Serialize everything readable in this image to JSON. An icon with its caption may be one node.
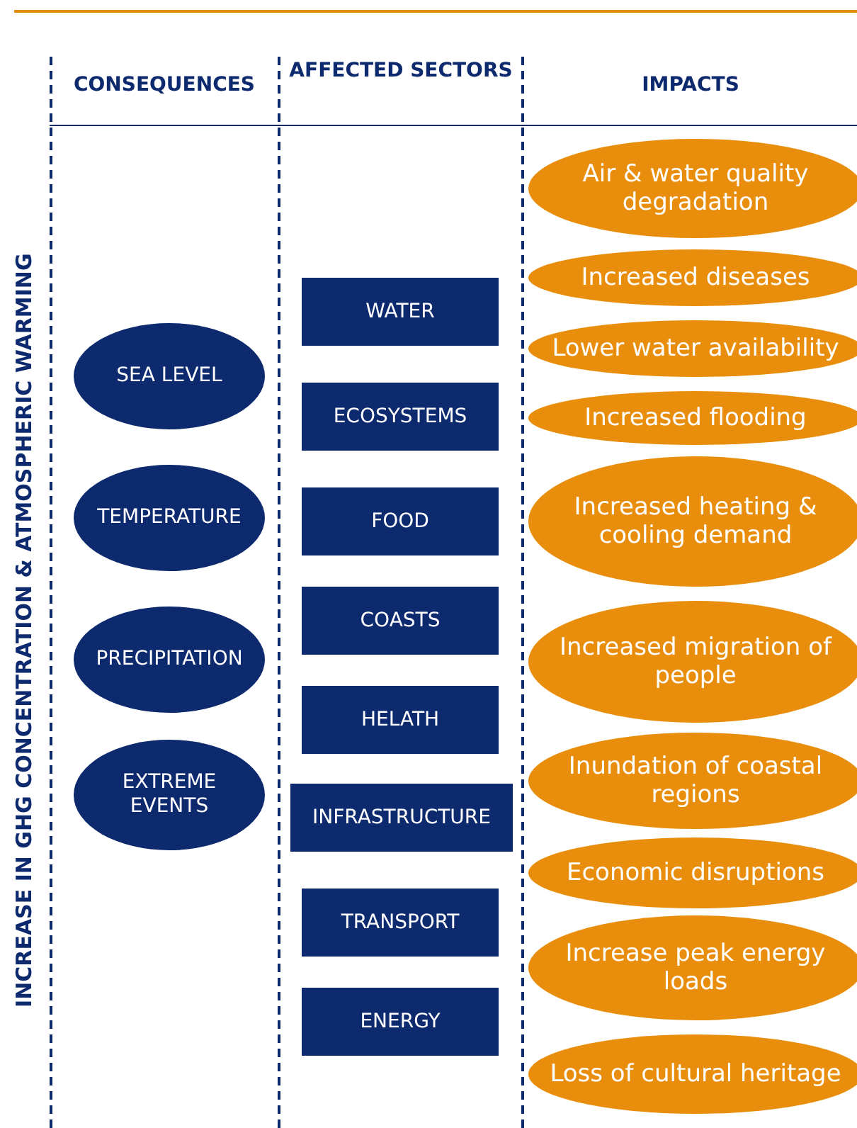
{
  "diagram": {
    "nodes": [
      {
        "text": [
          "SEA LEVEL"
        ]
      },
      {
        "text": [
          "TEMPERATURE"
        ]
      },
      {
        "text": [
          "PRECIPITATION"
        ]
      },
      {
        "text": [
          "EXTREME EVENTS"
        ]
      },
      {
        "text": [
          "WATER"
        ]
      },
      {
        "text": [
          "ECOSYSTEMS"
        ]
      },
      {
        "text": [
          "FOOD"
        ]
      },
      {
        "text": [
          "COASTS"
        ]
      },
      {
        "text": [
          "HELATH"
        ]
      },
      {
        "text": [
          "INFRASTRUCTURE"
        ]
      },
      {
        "text": [
          "TRANSPORT"
        ]
      },
      {
        "text": [
          "ENERGY"
        ]
      },
      {
        "text": [
          "Air & water quality degradation"
        ]
      },
      {
        "text": [
          "Increased diseases"
        ]
      },
      {
        "text": [
          "Lower water availability"
        ]
      },
      {
        "text": [
          "Increased flooding"
        ]
      },
      {
        "text": [
          "Increased heating & cooling demand"
        ]
      },
      {
        "text": [
          "Increased migration of people"
        ]
      },
      {
        "text": [
          "Inundation of coastal regions"
        ]
      },
      {
        "text": [
          "Economic disruptions"
        ]
      },
      {
        "text": [
          "Increase peak energy loads"
        ]
      },
      {
        "text": [
          "Loss of cultural heritage"
        ]
      }
    ],
    "edges": [],
    "labels": [
      "CONSEQUENCES",
      "AFFECTED SECTORS",
      "IMPACTS",
      "INCREASE IN GHG CONCENTRATION & ATMOSPHERIC WARMING"
    ]
  }
}
